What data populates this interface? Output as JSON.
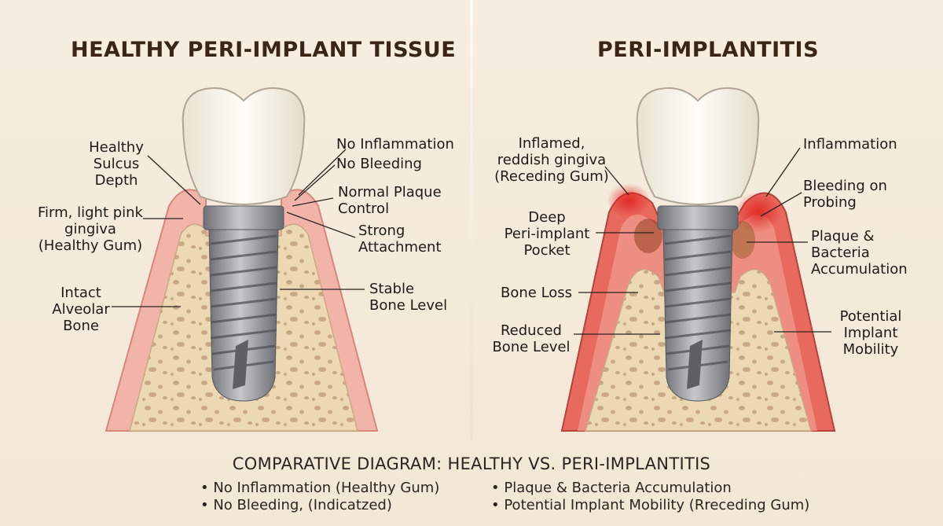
{
  "titles": {
    "left": "HEALTHY PERI-IMPLANT TISSUE",
    "right": "PERI-IMPLANTITIS"
  },
  "left_labels": {
    "sulcus": "Healthy\nSulcus Depth",
    "gingiva": "Firm, light pink\ngingiva\n(Healthy Gum)",
    "bone": "Intact\nAlveolar\nBone",
    "no_inflammation": "No Inflammation",
    "no_bleeding": "No Bleeding",
    "plaque_control": "Normal Plaque\nControl",
    "attachment": "Strong\nAttachment",
    "bone_level": "Stable\nBone Level"
  },
  "right_labels": {
    "inflamed_gingiva": "Inflamed,\nreddish gingiva\n(Receding Gum)",
    "pocket": "Deep\nPeri-implant\nPocket",
    "bone_loss": "Bone Loss",
    "reduced_bone": "Reduced\nBone Level",
    "inflammation": "Inflammation",
    "bleeding": "Bleeding on\nProbing",
    "plaque": "Plaque &\nBacteria\nAccumulation",
    "mobility": "Potential\nImplant\nMobility"
  },
  "caption": "COMPARATIVE DIAGRAM: HEALTHY VS. PERI-IMPLANTITIS",
  "bullets": {
    "left": [
      "• No Inflammation (Healthy Gum)",
      "• No Bleeding, (Indicatzed)"
    ],
    "right": [
      "• Plaque & Bacteria Accumulation",
      "• Potential Implant Mobility (Rreceding Gum)"
    ]
  },
  "colors": {
    "gum_healthy": "#f2b3a8",
    "gum_inflamed": "#e86a5e",
    "bone": "#ecd9b4",
    "bone_spots": "#c9a983",
    "implant": "#8e9196",
    "crown": "#fbf8f1"
  }
}
